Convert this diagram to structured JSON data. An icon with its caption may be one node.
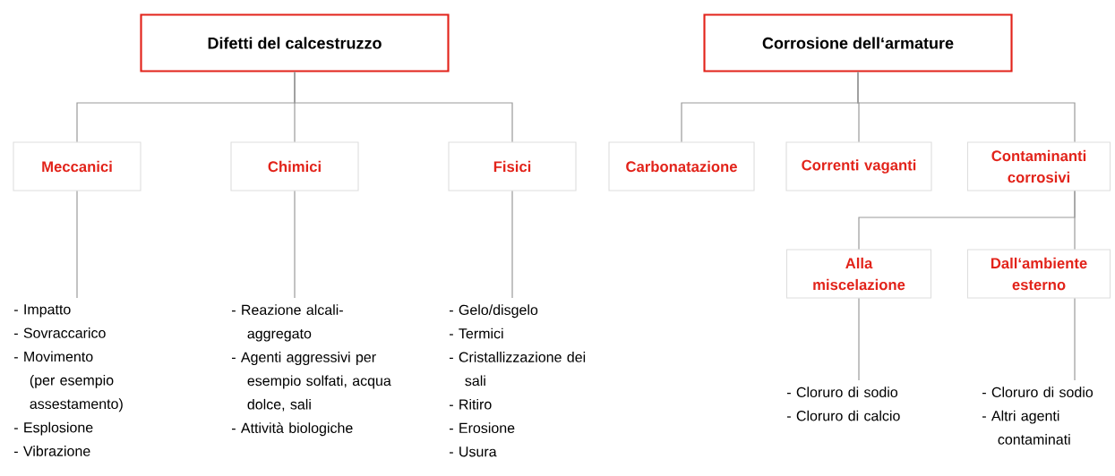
{
  "diagram": {
    "nodes": [
      {
        "text": [
          "Difetti del calcestruzzo"
        ]
      },
      {
        "text": [
          "Meccanici"
        ]
      },
      {
        "text": [
          "Chimici"
        ]
      },
      {
        "text": [
          "Fisici"
        ]
      },
      {
        "text": [
          "- Impatto",
          "- Sovraccarico",
          "- Movimento (per esempio assestamento)",
          "- Esplosione",
          "- Vibrazione"
        ]
      },
      {
        "text": [
          "- Reazione alcali-aggregato",
          "- Agenti aggressivi per esempio solfati, acqua dolce, sali",
          "- Attività biologiche"
        ]
      },
      {
        "text": [
          "- Gelo/disgelo",
          "- Termici",
          "- Cristallizzazione dei sali",
          "- Ritiro",
          "- Erosione",
          "- Usura"
        ]
      },
      {
        "text": [
          "Corrosione dell‘armature"
        ]
      },
      {
        "text": [
          "Carbonatazione"
        ]
      },
      {
        "text": [
          "Correnti vaganti"
        ]
      },
      {
        "text": [
          "Contaminanti corrosivi"
        ]
      },
      {
        "text": [
          "Alla miscelazione"
        ]
      },
      {
        "text": [
          "Dall‘ambiente esterno"
        ]
      },
      {
        "text": [
          "- Cloruro di sodio",
          "- Cloruro di calcio"
        ]
      },
      {
        "text": [
          "- Cloruro di sodio",
          "- Altri agenti contaminati"
        ]
      }
    ],
    "edges": [
      {
        "from": 0,
        "to": 1,
        "arrow": "none"
      },
      {
        "from": 0,
        "to": 2,
        "arrow": "none"
      },
      {
        "from": 0,
        "to": 3,
        "arrow": "none"
      },
      {
        "from": 1,
        "to": 4,
        "arrow": "none"
      },
      {
        "from": 2,
        "to": 5,
        "arrow": "none"
      },
      {
        "from": 3,
        "to": 6,
        "arrow": "none"
      },
      {
        "from": 7,
        "to": 8,
        "arrow": "none"
      },
      {
        "from": 7,
        "to": 9,
        "arrow": "none"
      },
      {
        "from": 7,
        "to": 10,
        "arrow": "none"
      },
      {
        "from": 10,
        "to": 11,
        "arrow": "none"
      },
      {
        "from": 10,
        "to": 12,
        "arrow": "none"
      },
      {
        "from": 11,
        "to": 13,
        "arrow": "none"
      },
      {
        "from": 12,
        "to": 14,
        "arrow": "none"
      }
    ]
  }
}
